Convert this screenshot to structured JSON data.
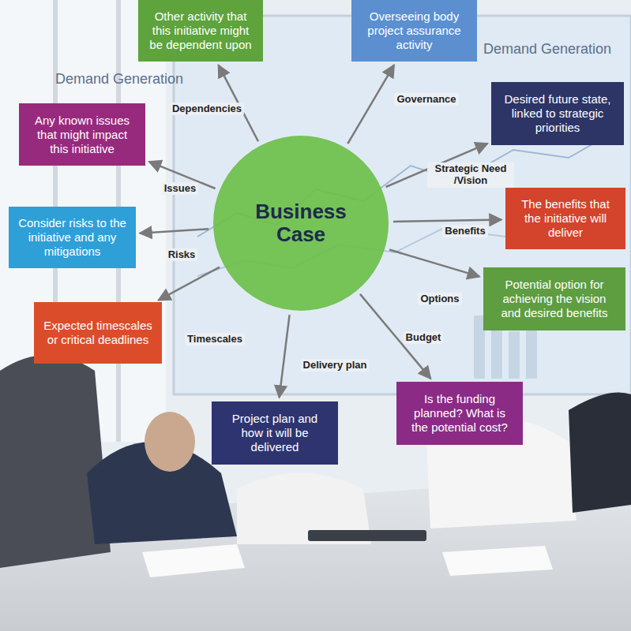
{
  "diagram": {
    "nodes": [
      {
        "text": [
          "Business Case"
        ]
      },
      {
        "text": [
          "Other activity that this initiative might be dependent upon"
        ]
      },
      {
        "text": [
          "Overseeing body project assurance activity"
        ]
      },
      {
        "text": [
          "Desired future state, linked to strategic priorities"
        ]
      },
      {
        "text": [
          "Any known issues that might impact this initiative"
        ]
      },
      {
        "text": [
          "The benefits that the initiative will deliver"
        ]
      },
      {
        "text": [
          "Consider risks to the initiative and any mitigations"
        ]
      },
      {
        "text": [
          "Potential option for achieving the vision and desired benefits"
        ]
      },
      {
        "text": [
          "Expected timescales or critical deadlines"
        ]
      },
      {
        "text": [
          "Is the funding planned? What is the potential cost?"
        ]
      },
      {
        "text": [
          "Project plan and how it will be delivered"
        ]
      }
    ],
    "edges": [
      {
        "from": 0,
        "to": 1,
        "arrow": "to",
        "label": "Dependencies"
      },
      {
        "from": 0,
        "to": 2,
        "arrow": "to",
        "label": "Governance"
      },
      {
        "from": 0,
        "to": 3,
        "arrow": "to",
        "label": "Strategic Need /Vision"
      },
      {
        "from": 0,
        "to": 4,
        "arrow": "to",
        "label": "Issues"
      },
      {
        "from": 0,
        "to": 5,
        "arrow": "to",
        "label": "Benefits"
      },
      {
        "from": 0,
        "to": 6,
        "arrow": "to",
        "label": "Risks"
      },
      {
        "from": 0,
        "to": 7,
        "arrow": "to",
        "label": "Options"
      },
      {
        "from": 0,
        "to": 8,
        "arrow": "to",
        "label": "Timescales"
      },
      {
        "from": 0,
        "to": 9,
        "arrow": "to",
        "label": "Budget"
      },
      {
        "from": 0,
        "to": 10,
        "arrow": "to",
        "label": "Delivery plan"
      }
    ],
    "labels": [
      "Demand Generation",
      "Demand Generation"
    ]
  }
}
